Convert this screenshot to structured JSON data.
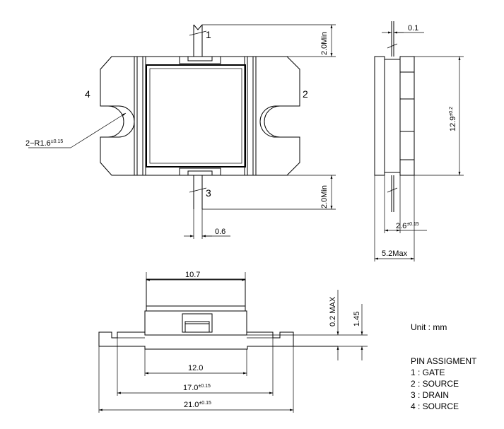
{
  "top_view": {
    "pin_labels": [
      "1",
      "2",
      "3",
      "4"
    ],
    "dim_pin_length_top": "2.0Min",
    "dim_pin_length_bottom": "2.0Min",
    "dim_pin_width": "0.6",
    "dim_radius": "2−R1.6",
    "dim_radius_tol": "±0.15"
  },
  "side_view": {
    "dim_lead_thickness": "0.1",
    "dim_body_length": "12.9",
    "dim_body_length_tol": "±0.2",
    "dim_flange_thickness": "2.6",
    "dim_flange_thickness_tol": "±0.15",
    "dim_total_height": "5.2Max"
  },
  "front_view": {
    "dim_lid_width": "10.7",
    "dim_lead_offset": "0.2 MAX",
    "dim_lead_height": "1.45",
    "dim_inner_width": "12.0",
    "dim_slot_spacing": "17.0",
    "dim_slot_spacing_tol": "±0.15",
    "dim_flange_width": "21.0",
    "dim_flange_width_tol": "±0.15"
  },
  "legend": {
    "unit": "Unit : mm",
    "pin_title": "PIN ASSIGMENT",
    "pins": [
      "1 : GATE",
      "2 : SOURCE",
      "3 : DRAIN",
      "4 : SOURCE"
    ]
  }
}
